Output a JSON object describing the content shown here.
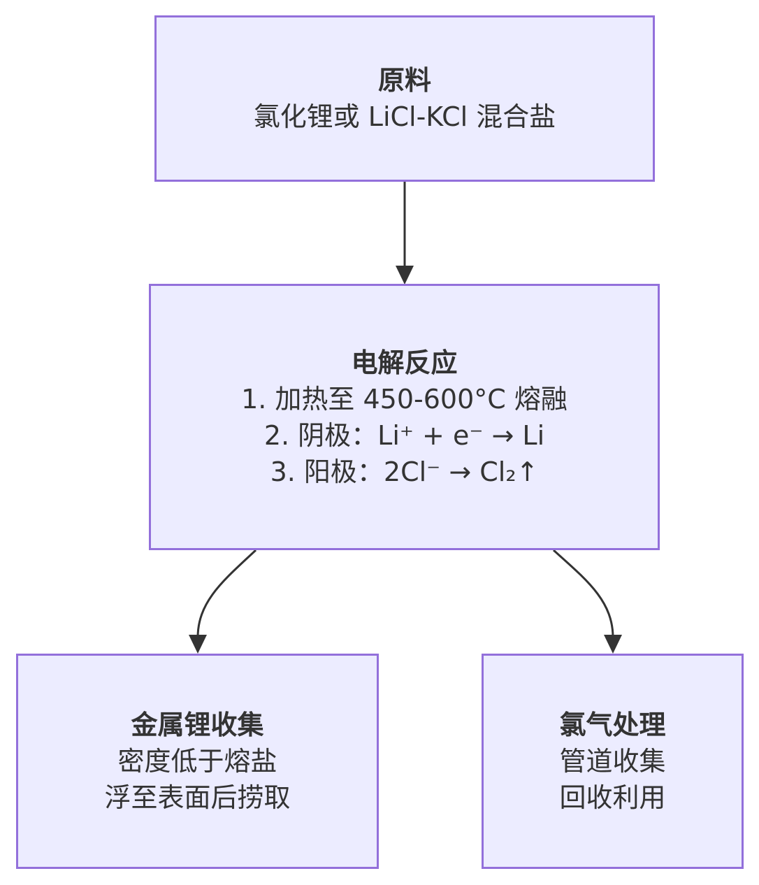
{
  "nodes": {
    "raw_material": {
      "title": "原料",
      "lines": [
        "氯化锂或 LiCl-KCl 混合盐"
      ]
    },
    "electrolysis": {
      "title": "电解反应",
      "lines": [
        "1. 加热至 450-600°C 熔融",
        "2. 阴极：Li⁺ + e⁻ → Li",
        "3. 阳极：2Cl⁻ → Cl₂↑"
      ]
    },
    "lithium_collection": {
      "title": "金属锂收集",
      "lines": [
        "密度低于熔盐",
        "浮至表面后捞取"
      ]
    },
    "chlorine_treatment": {
      "title": "氯气处理",
      "lines": [
        "管道收集",
        "回收利用"
      ]
    }
  },
  "edges": [
    {
      "from": "raw_material",
      "to": "electrolysis"
    },
    {
      "from": "electrolysis",
      "to": "lithium_collection"
    },
    {
      "from": "electrolysis",
      "to": "chlorine_treatment"
    }
  ],
  "colors": {
    "node_fill": "#ECECFF",
    "node_border": "#9370DB",
    "edge": "#333333",
    "text": "#333333"
  }
}
